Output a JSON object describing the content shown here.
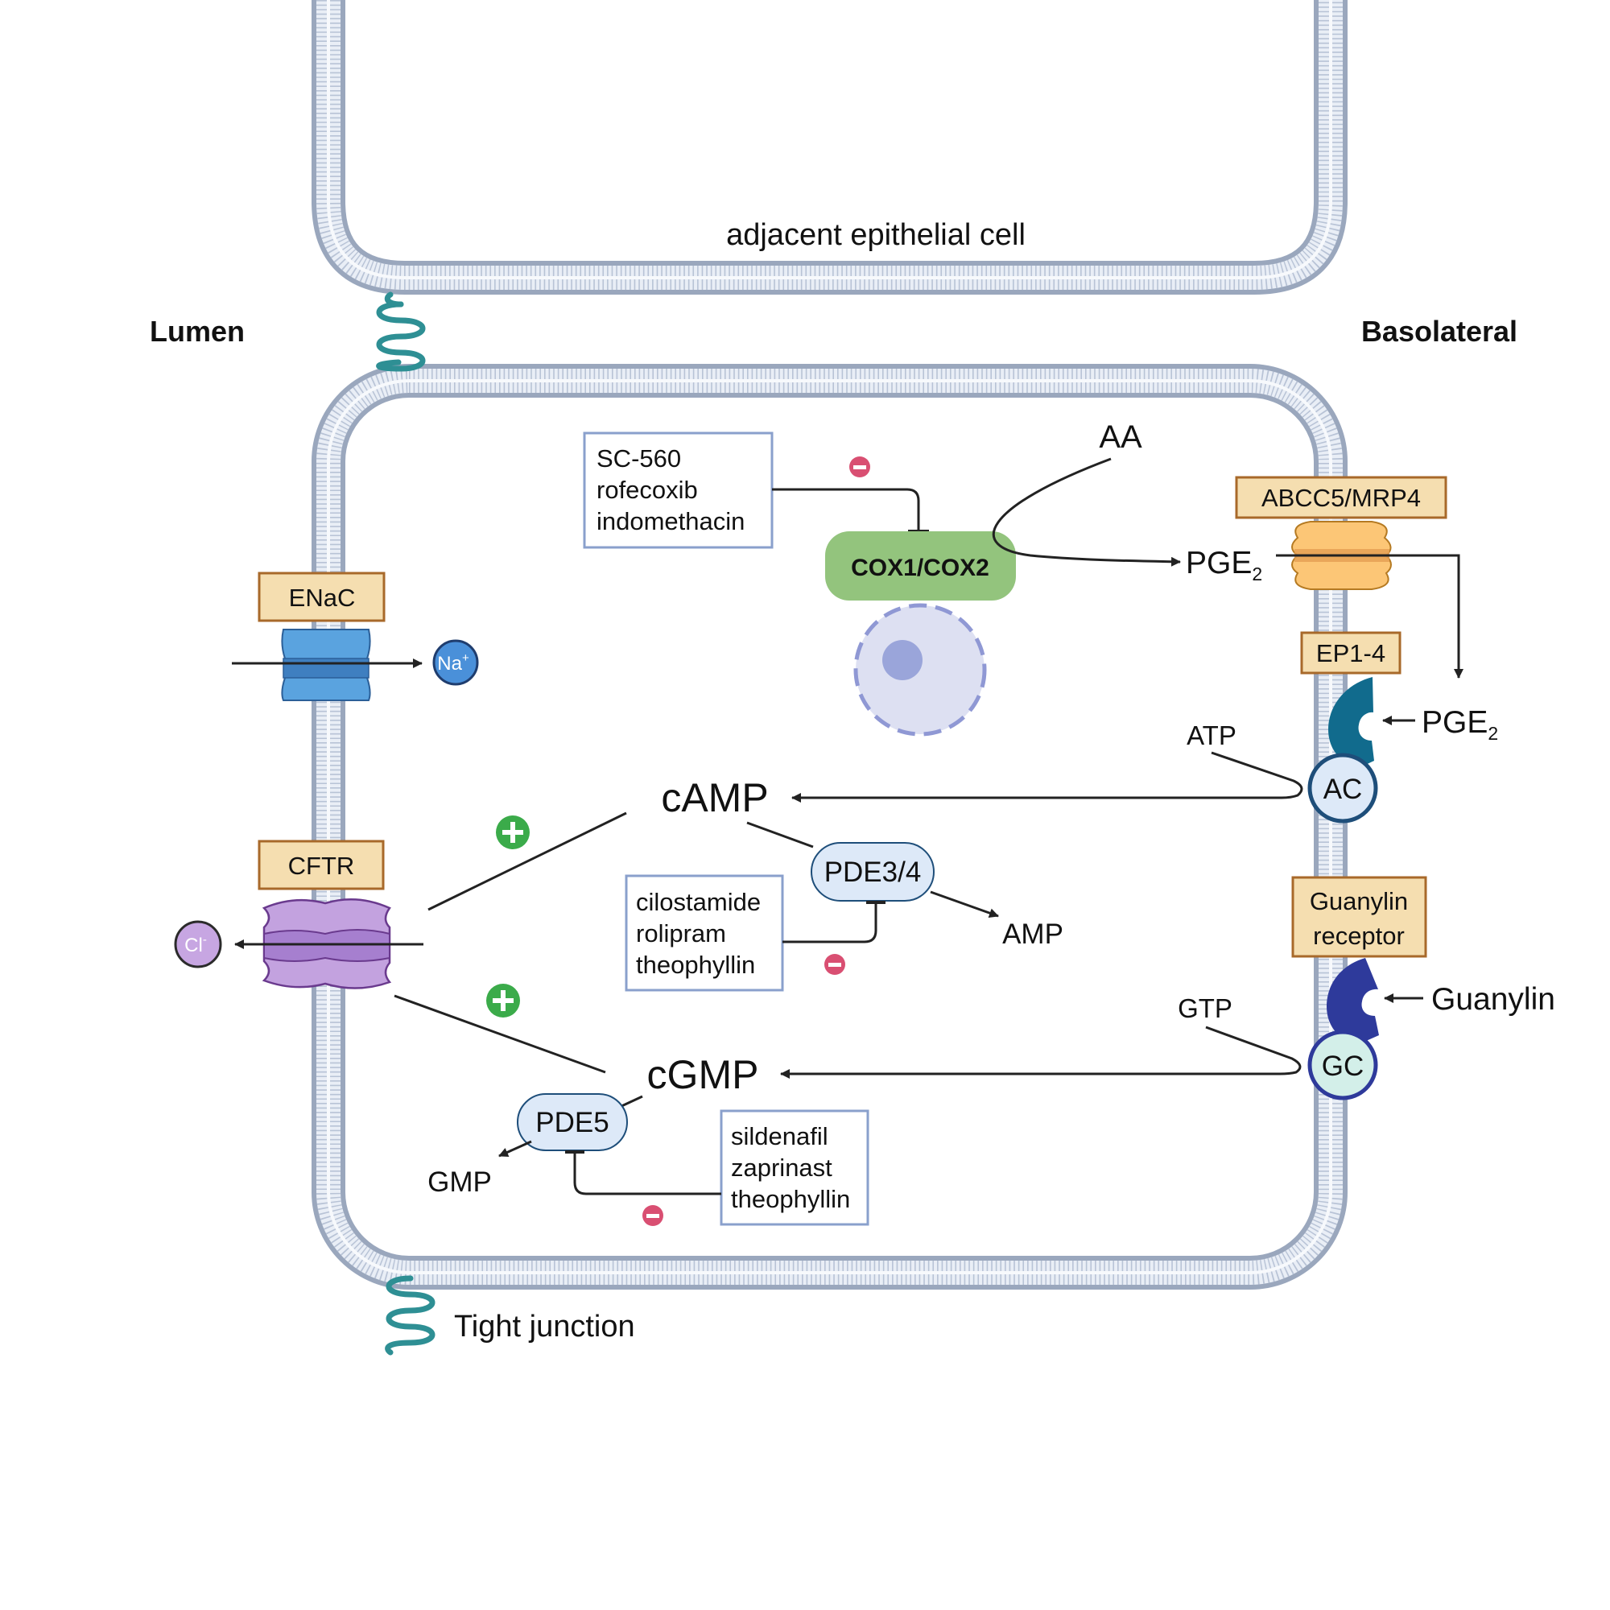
{
  "regions": {
    "lumen": "Lumen",
    "basolateral": "Basolateral",
    "adjacent_cell": "adjacent epithelial cell",
    "tight_junction": "Tight junction"
  },
  "channels": {
    "enac": "ENaC",
    "cftr": "CFTR",
    "abcc5": "ABCC5/MRP4",
    "ep": "EP1-4",
    "guanylin_receptor_line1": "Guanylin",
    "guanylin_receptor_line2": "receptor"
  },
  "ions": {
    "na": "Na",
    "na_charge": "+",
    "cl": "Cl",
    "cl_charge": "-"
  },
  "enzymes": {
    "cox": "COX1/COX2",
    "ac": "AC",
    "gc": "GC",
    "pde34": "PDE3/4",
    "pde5": "PDE5"
  },
  "molecules": {
    "aa": "AA",
    "pge_base": "PGE",
    "pge_sub": "2",
    "atp": "ATP",
    "camp": "cAMP",
    "amp": "AMP",
    "gtp": "GTP",
    "cgmp": "cGMP",
    "gmp": "GMP",
    "guanylin": "Guanylin"
  },
  "inhibitors": {
    "cox": [
      "SC-560",
      "rofecoxib",
      "indomethacin"
    ],
    "pde34": [
      "cilostamide",
      "rolipram",
      "theophyllin"
    ],
    "pde5": [
      "sildenafil",
      "zaprinast",
      "theophyllin"
    ]
  },
  "signs": {
    "plus": "+",
    "minus": "−"
  },
  "colors": {
    "membrane": "#9aa7bd",
    "label_box_fill": "#f5deb0",
    "label_box_stroke": "#a8692a",
    "inhibitor_border": "#8aa0cc",
    "cox_green": "#93c47d",
    "enzyme_fill": "#dde9f8",
    "enac_blue": "#5aa3df",
    "cftr_purple": "#c3a2df",
    "abcc5_orange": "#fcc676",
    "ep_teal": "#116b8d",
    "guanylin_receptor_navy": "#2e3a9b",
    "minus_red": "#d94f72",
    "plus_green": "#3bab4a",
    "tight_junction_teal": "#2e8f94"
  }
}
